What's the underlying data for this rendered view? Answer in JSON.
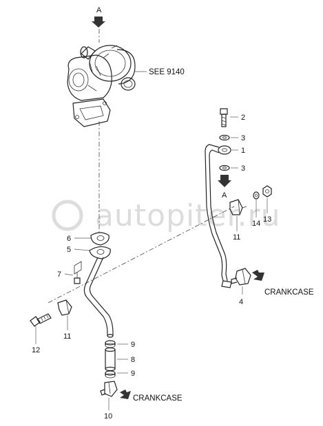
{
  "diagram": {
    "view_marker_top": "A",
    "view_marker_right": "A",
    "see_reference": "SEE 9140",
    "watermark": "autopiter.ru",
    "destinations": {
      "crankcase_right": "CRANKCASE",
      "crankcase_bottom": "CRANKCASE"
    },
    "callouts": {
      "c1": "1",
      "c2": "2",
      "c3a": "3",
      "c3b": "3",
      "c4": "4",
      "c5": "5",
      "c6": "6",
      "c7": "7",
      "c8": "8",
      "c9a": "9",
      "c9b": "9",
      "c10": "10",
      "c11a": "11",
      "c11b": "11",
      "c12": "12",
      "c13": "13",
      "c14": "14"
    }
  }
}
